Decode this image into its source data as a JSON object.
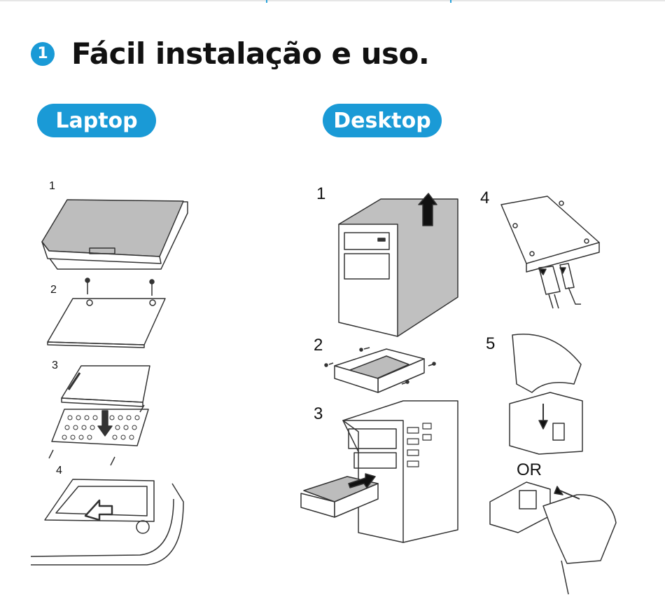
{
  "heading": {
    "number": "1",
    "text": "Fácil instalação e uso."
  },
  "sections": {
    "laptop_label": "Laptop",
    "desktop_label": "Desktop"
  },
  "laptop_steps": [
    "1",
    "2",
    "3",
    "4"
  ],
  "desktop_steps": [
    "1",
    "2",
    "3",
    "4",
    "5"
  ],
  "or_label": "OR",
  "colors": {
    "accent": "#1a9ad6",
    "line": "#333333",
    "panel_gray": "#bcbcbc"
  }
}
